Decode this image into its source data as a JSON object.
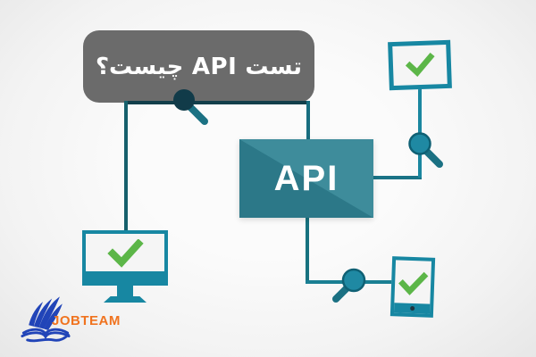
{
  "title_banner": {
    "text": "تست API چیست؟"
  },
  "api_box": {
    "label": "API"
  },
  "logo": {
    "text": "JOBTEAM"
  },
  "icons": {
    "magnifier_top": "magnifier-icon",
    "magnifier_right": "magnifier-icon",
    "magnifier_bottom": "magnifier-icon",
    "check_monitor": "checkmark-icon",
    "check_tablet": "checkmark-icon",
    "check_phone": "checkmark-icon",
    "logo_icon": "open-book-wing-icon"
  },
  "colors": {
    "banner_bg": "#6b6b6b",
    "banner_text": "#ffffff",
    "api_dark": "#2c7888",
    "api_light": "#3e8c9b",
    "api_text": "#ffffff",
    "line": "#17727f",
    "line_dark": "#123f4b",
    "device_border": "#1787a2",
    "device_screen": "#f5f5f5",
    "check_green": "#5cb648",
    "magnifier_dark": "#113b49",
    "magnifier_teal": "#1f89a3",
    "magnifier_outline": "#0f6074",
    "handle": "#1b7183",
    "logo_blue": "#2144b8",
    "logo_orange": "#f0731f"
  }
}
